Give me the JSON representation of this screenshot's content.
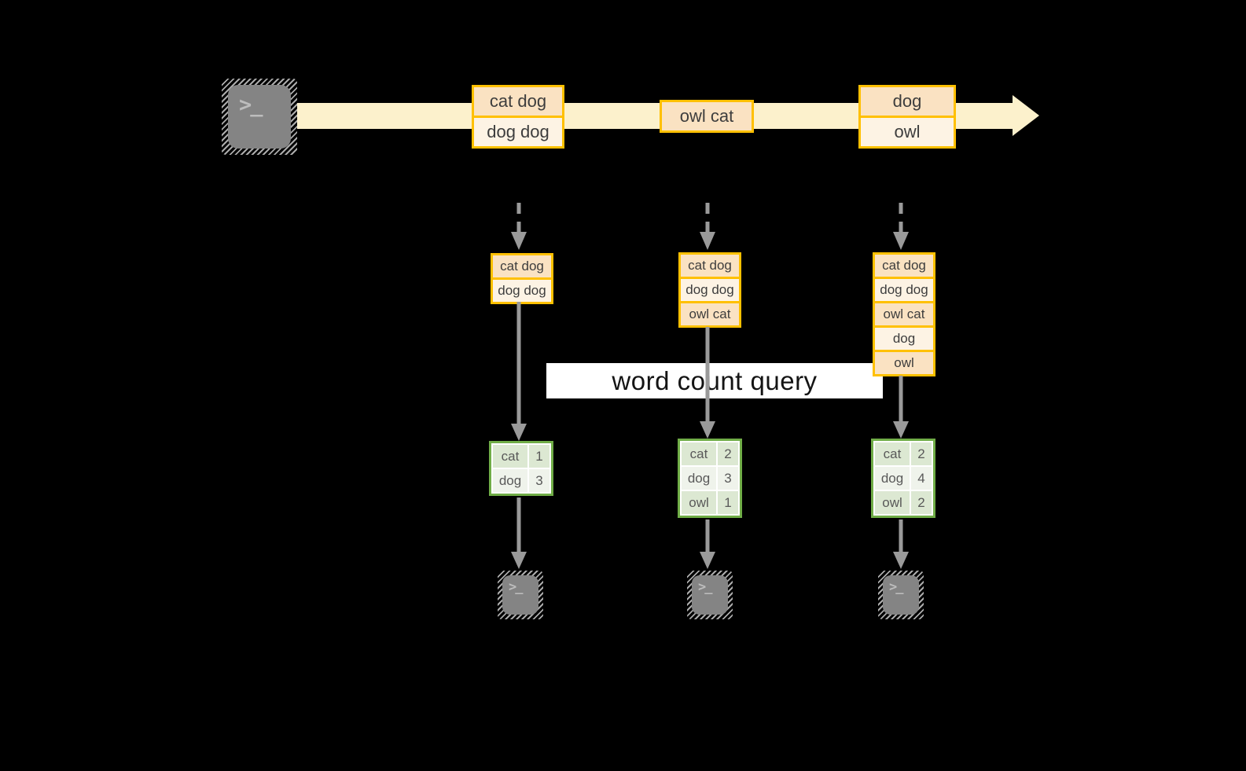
{
  "title": "word count over a stream diagram",
  "palette": {
    "accent_gold": "#FFC000",
    "fill_peach": "#FAE2C2",
    "fill_cream": "#FDF3E4",
    "band_yellow": "#FCF1CC",
    "accent_green": "#70AD47",
    "fill_green_dark": "#DCE8D2",
    "fill_green_light": "#EFF3EB",
    "arrow_gray": "#9A9A9A",
    "terminal_gray": "#848484",
    "background": "#000000"
  },
  "source_terminal": {
    "glyph": ">_"
  },
  "timeline": {
    "batches": [
      {
        "rows": [
          "cat dog",
          "dog dog"
        ]
      },
      {
        "rows": [
          "owl cat"
        ]
      },
      {
        "rows": [
          "dog",
          "owl"
        ]
      }
    ]
  },
  "stream_logs": [
    {
      "rows": [
        "cat dog",
        "dog dog"
      ]
    },
    {
      "rows": [
        "cat dog",
        "dog dog",
        "owl cat"
      ]
    },
    {
      "rows": [
        "cat dog",
        "dog dog",
        "owl cat",
        "dog",
        "owl"
      ]
    }
  ],
  "query": {
    "label": "word count query"
  },
  "count_tables": [
    {
      "rows": [
        {
          "word": "cat",
          "count": 1
        },
        {
          "word": "dog",
          "count": 3
        }
      ]
    },
    {
      "rows": [
        {
          "word": "cat",
          "count": 2
        },
        {
          "word": "dog",
          "count": 3
        },
        {
          "word": "owl",
          "count": 1
        }
      ]
    },
    {
      "rows": [
        {
          "word": "cat",
          "count": 2
        },
        {
          "word": "dog",
          "count": 4
        },
        {
          "word": "owl",
          "count": 2
        }
      ]
    }
  ],
  "output_terminals": [
    {
      "glyph": ">_"
    },
    {
      "glyph": ">_"
    },
    {
      "glyph": ">_"
    }
  ]
}
